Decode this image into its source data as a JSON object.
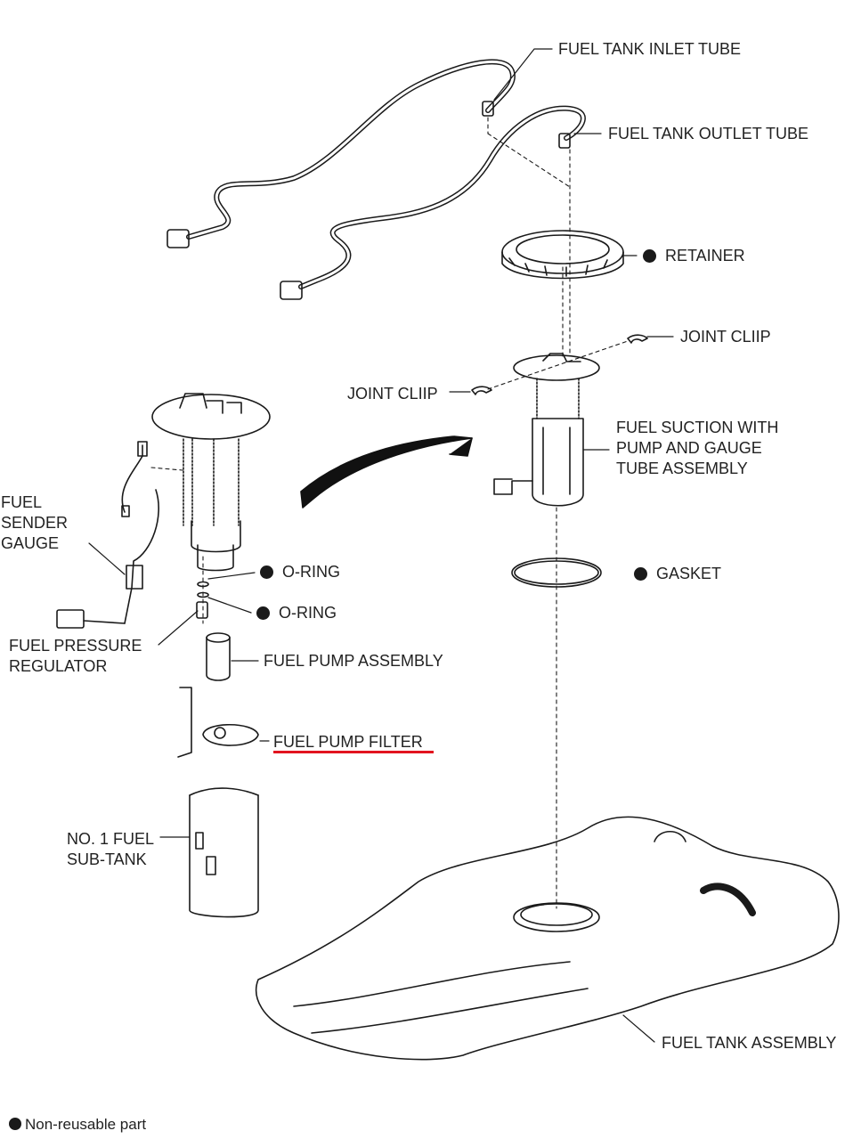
{
  "labels": {
    "fuel_tank_inlet_tube": "FUEL TANK INLET TUBE",
    "fuel_tank_outlet_tube": "FUEL TANK OUTLET TUBE",
    "retainer": "RETAINER",
    "joint_clip_right": "JOINT CLIIP",
    "joint_clip_left": "JOINT CLIIP",
    "fuel_suction_assembly": [
      "FUEL SUCTION WITH",
      "PUMP AND GAUGE",
      "TUBE ASSEMBLY"
    ],
    "fuel_sender_gauge": [
      "FUEL",
      "SENDER",
      "GAUGE"
    ],
    "o_ring_upper": "O-RING",
    "o_ring_lower": "O-RING",
    "gasket": "GASKET",
    "fuel_pressure_regulator": [
      "FUEL PRESSURE",
      "REGULATOR"
    ],
    "fuel_pump_assembly": "FUEL PUMP ASSEMBLY",
    "fuel_pump_filter": "FUEL PUMP FILTER",
    "no1_fuel_sub_tank": [
      "NO. 1 FUEL",
      "SUB-TANK"
    ],
    "fuel_tank_assembly": "FUEL TANK ASSEMBLY"
  },
  "legend": {
    "text": "Non-reusable part"
  },
  "colors": {
    "line": "#1a1a1a",
    "highlight": "#e2141f",
    "marker": "#1a1a1a"
  },
  "icons": {
    "non_reusable_marker": "filled-circle",
    "direction_arrow": "curved-arrow-left"
  }
}
